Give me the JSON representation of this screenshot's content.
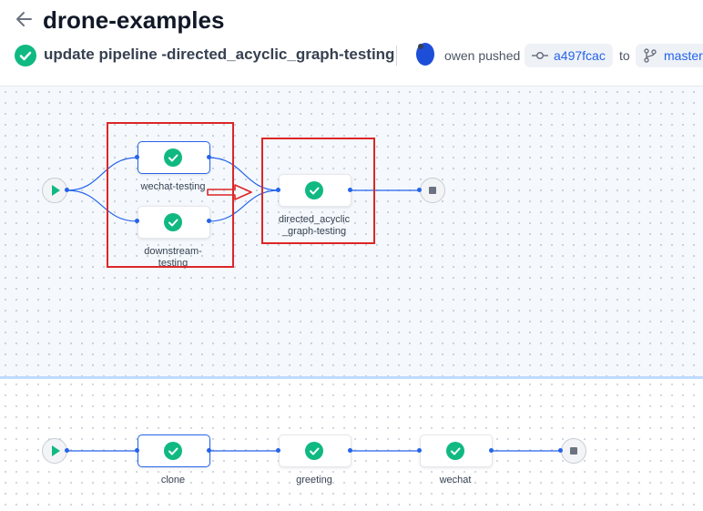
{
  "header": {
    "repo_title": "drone-examples",
    "build_title": "update pipeline -directed_acyclic_graph-testing",
    "pushed_text": "owen pushed",
    "commit": "a497fcac",
    "to_text": "to",
    "branch": "master"
  },
  "graph_top": {
    "steps": [
      {
        "label": "wechat-testing",
        "status": "success"
      },
      {
        "label": "downstream-\ntesting",
        "status": "success"
      },
      {
        "label": "directed_acyclic\n_graph-testing",
        "status": "success"
      }
    ]
  },
  "graph_bottom": {
    "steps": [
      {
        "label": "clone",
        "status": "success"
      },
      {
        "label": "greeting",
        "status": "success"
      },
      {
        "label": "wechat",
        "status": "success"
      }
    ]
  },
  "colors": {
    "success": "#10b981",
    "accent": "#2563eb",
    "annotation": "#dc2626"
  },
  "icons": [
    "back-arrow-icon",
    "check-circle-icon",
    "avatar",
    "commit-icon",
    "branch-icon",
    "play-icon",
    "stop-icon"
  ]
}
